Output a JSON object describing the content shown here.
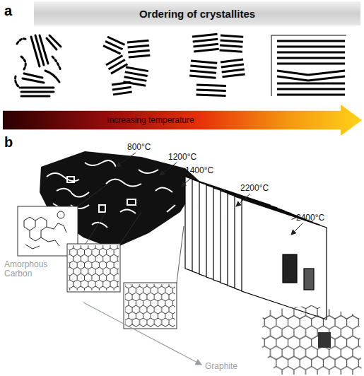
{
  "diagram": {
    "nodes": [
      {
        "text": [
          "Ordering of crystallites"
        ]
      },
      {
        "text": [
          "Increasing temperature"
        ]
      }
    ],
    "labels": [
      "a",
      "b",
      "800°C",
      "1200°C",
      "1400°C",
      "2200°C",
      ">2400°C",
      "Amorphous Carbon",
      "Graphite"
    ]
  }
}
